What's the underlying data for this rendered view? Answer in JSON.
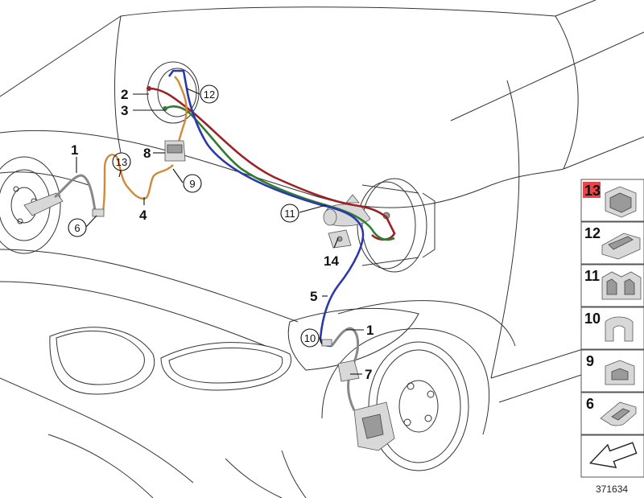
{
  "diagram": {
    "diagram_id": "371634",
    "callouts": [
      {
        "id": "c1a",
        "number": "1",
        "circled": false
      },
      {
        "id": "c1b",
        "number": "1",
        "circled": false
      },
      {
        "id": "c2",
        "number": "2",
        "circled": false
      },
      {
        "id": "c3",
        "number": "3",
        "circled": false
      },
      {
        "id": "c4",
        "number": "4",
        "circled": false
      },
      {
        "id": "c5",
        "number": "5",
        "circled": false
      },
      {
        "id": "c6",
        "number": "6",
        "circled": true
      },
      {
        "id": "c7",
        "number": "7",
        "circled": false
      },
      {
        "id": "c8",
        "number": "8",
        "circled": false
      },
      {
        "id": "c9",
        "number": "9",
        "circled": true
      },
      {
        "id": "c10",
        "number": "10",
        "circled": true
      },
      {
        "id": "c11",
        "number": "11",
        "circled": true
      },
      {
        "id": "c12",
        "number": "12",
        "circled": true
      },
      {
        "id": "c13",
        "number": "13",
        "circled": true
      },
      {
        "id": "c14",
        "number": "14",
        "circled": false
      }
    ],
    "parts_panel": [
      {
        "number": "13",
        "highlighted": true,
        "icon": "clip-13-icon"
      },
      {
        "number": "12",
        "highlighted": false,
        "icon": "clip-12-icon"
      },
      {
        "number": "11",
        "highlighted": false,
        "icon": "clip-11-icon"
      },
      {
        "number": "10",
        "highlighted": false,
        "icon": "clip-10-icon"
      },
      {
        "number": "9",
        "highlighted": false,
        "icon": "clip-9-icon"
      },
      {
        "number": "6",
        "highlighted": false,
        "icon": "clip-6-icon"
      },
      {
        "number": "",
        "highlighted": false,
        "icon": "arrow-icon"
      }
    ],
    "colors": {
      "brake_line_red": "#9b2226",
      "brake_line_green": "#2f7d32",
      "brake_line_blue": "#2b3aa8",
      "brake_line_orange": "#d08a3a",
      "highlight": "#e8454a",
      "outline": "#333333"
    }
  }
}
